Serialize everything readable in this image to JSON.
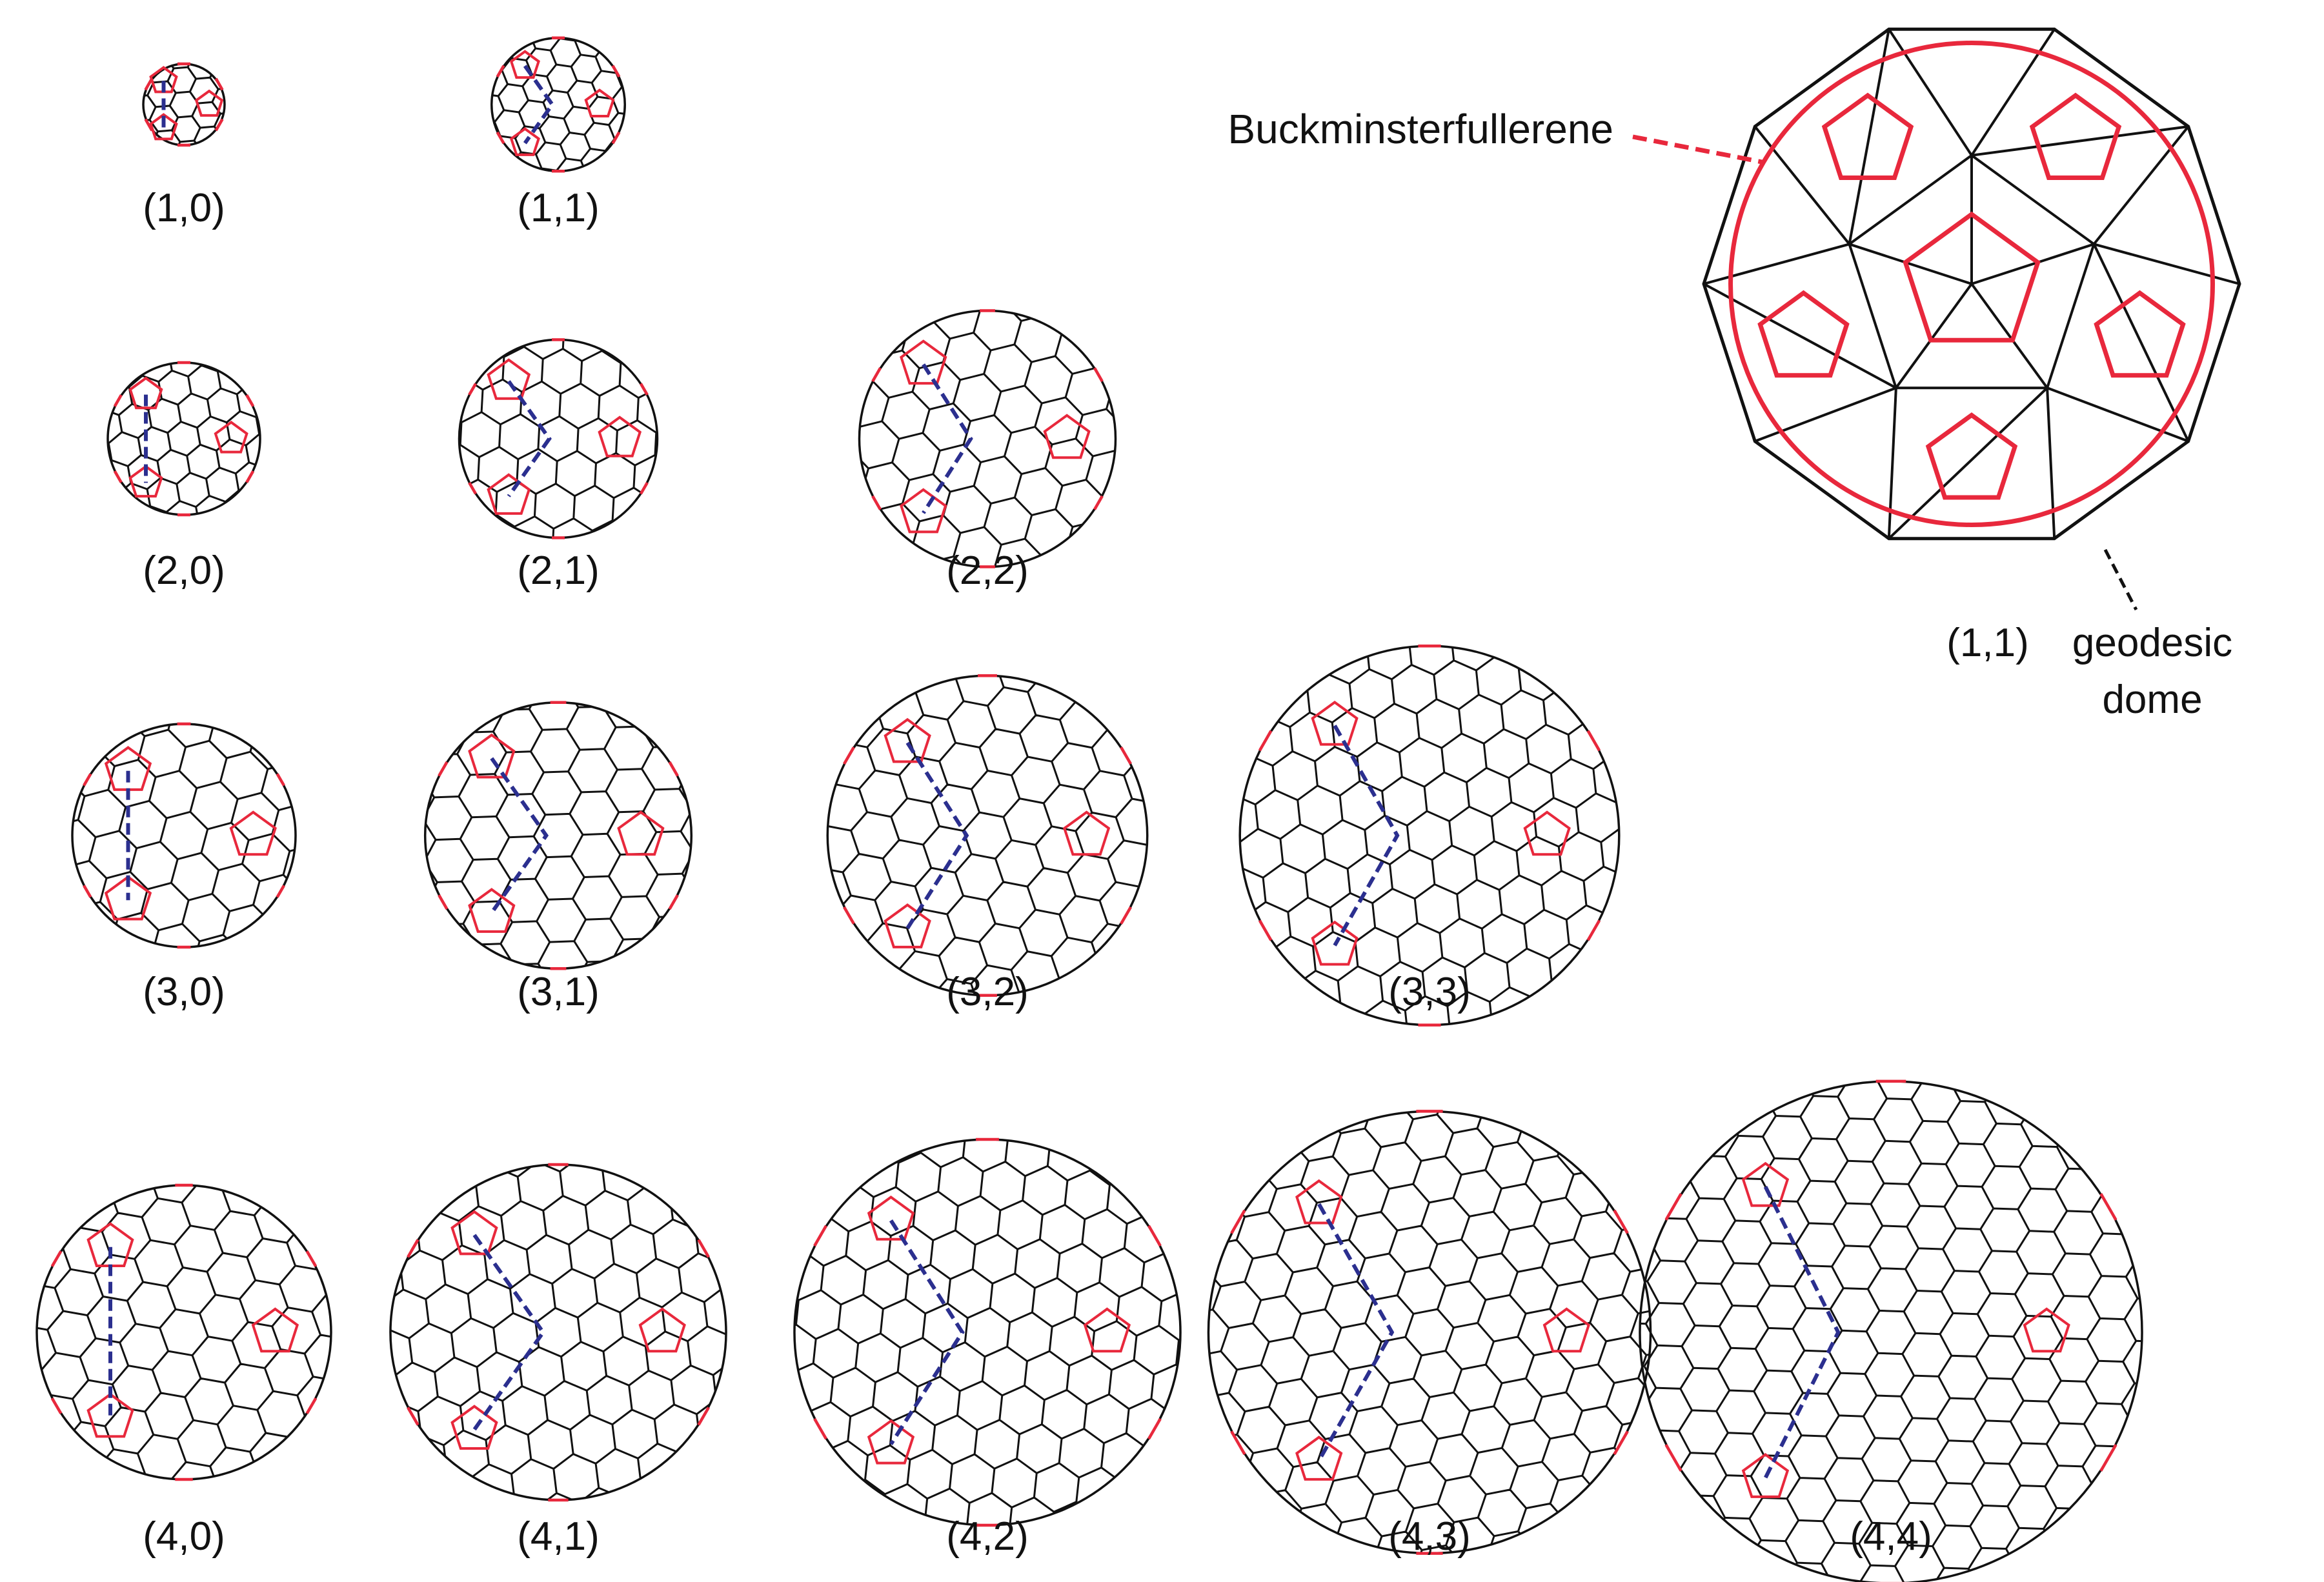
{
  "colors": {
    "pentagon": "#e8283c",
    "hexagon": "#111111",
    "path": "#2b2f8f",
    "background": "#ffffff"
  },
  "fullerenes": [
    {
      "label": "(1,0)",
      "h": 1,
      "k": 0
    },
    {
      "label": "(1,1)",
      "h": 1,
      "k": 1
    },
    {
      "label": "(2,0)",
      "h": 2,
      "k": 0
    },
    {
      "label": "(2,1)",
      "h": 2,
      "k": 1
    },
    {
      "label": "(2,2)",
      "h": 2,
      "k": 2
    },
    {
      "label": "(3,0)",
      "h": 3,
      "k": 0
    },
    {
      "label": "(3,1)",
      "h": 3,
      "k": 1
    },
    {
      "label": "(3,2)",
      "h": 3,
      "k": 2
    },
    {
      "label": "(3,3)",
      "h": 3,
      "k": 3
    },
    {
      "label": "(4,0)",
      "h": 4,
      "k": 0
    },
    {
      "label": "(4,1)",
      "h": 4,
      "k": 1
    },
    {
      "label": "(4,2)",
      "h": 4,
      "k": 2
    },
    {
      "label": "(4,3)",
      "h": 4,
      "k": 3
    },
    {
      "label": "(4,4)",
      "h": 4,
      "k": 4
    }
  ],
  "inset": {
    "callout_top": "Buckminsterfullerene",
    "label_index": "(1,1)",
    "label_geodesic_line1": "geodesic",
    "label_geodesic_line2": "dome"
  }
}
